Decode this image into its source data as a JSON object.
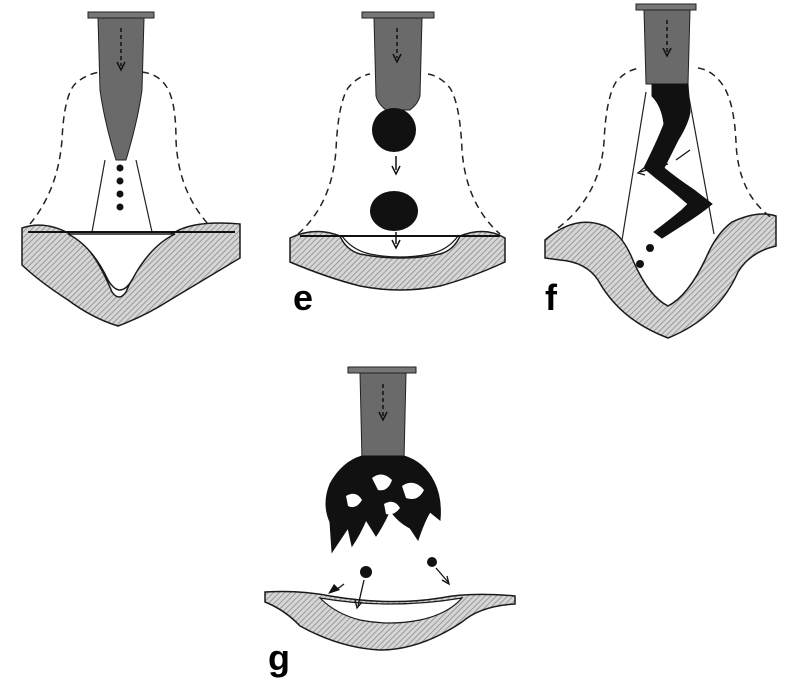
{
  "panels": [
    {
      "id": "d",
      "label": ""
    },
    {
      "id": "e",
      "label": "e"
    },
    {
      "id": "f",
      "label": "f"
    },
    {
      "id": "g",
      "label": "g"
    }
  ],
  "colors": {
    "background": "#ffffff",
    "electrode": "#6a6a6a",
    "metal": "#111111",
    "workpiece_hatch": "#9a9a9a",
    "outline": "#1a1a1a"
  }
}
